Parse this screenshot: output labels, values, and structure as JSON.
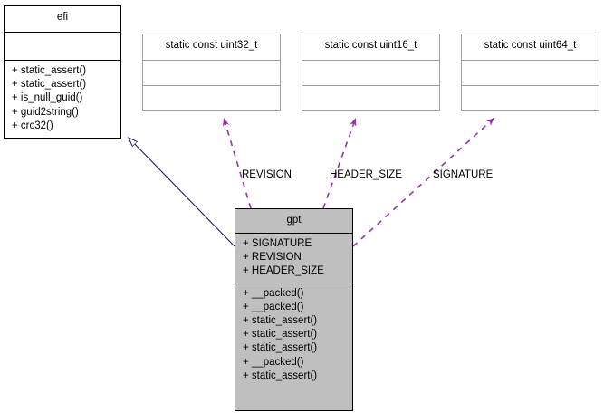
{
  "diagram": {
    "type": "uml-class-diagram",
    "background_color": "#ffffff",
    "main_class_fill": "#bfbfbf",
    "dependency_color": "#9a2fb0",
    "inheritance_color": "#1a1a6e"
  },
  "classes": {
    "efi": {
      "name": "efi",
      "attributes": [],
      "methods": [
        "+ static_assert()",
        "+ static_assert()",
        "+ is_null_guid()",
        "+ guid2string()",
        "+ crc32()"
      ]
    },
    "gpt": {
      "name": "gpt",
      "attributes": [
        "+ SIGNATURE",
        "+ REVISION",
        "+ HEADER_SIZE"
      ],
      "methods": [
        "+ __packed()",
        "+ __packed()",
        "+ static_assert()",
        "+ static_assert()",
        "+ static_assert()",
        "+ __packed()",
        "+ static_assert()"
      ]
    },
    "uint32": {
      "name": "static const uint32_t",
      "attributes": [],
      "methods": []
    },
    "uint16": {
      "name": "static const uint16_t",
      "attributes": [],
      "methods": []
    },
    "uint64": {
      "name": "static const uint64_t",
      "attributes": [],
      "methods": []
    }
  },
  "relations": {
    "inheritance": {
      "from": "gpt",
      "to": "efi",
      "label": ""
    },
    "dependencies": [
      {
        "from": "gpt",
        "to": "uint32",
        "label": "REVISION"
      },
      {
        "from": "gpt",
        "to": "uint16",
        "label": "HEADER_SIZE"
      },
      {
        "from": "gpt",
        "to": "uint64",
        "label": "SIGNATURE"
      }
    ]
  }
}
